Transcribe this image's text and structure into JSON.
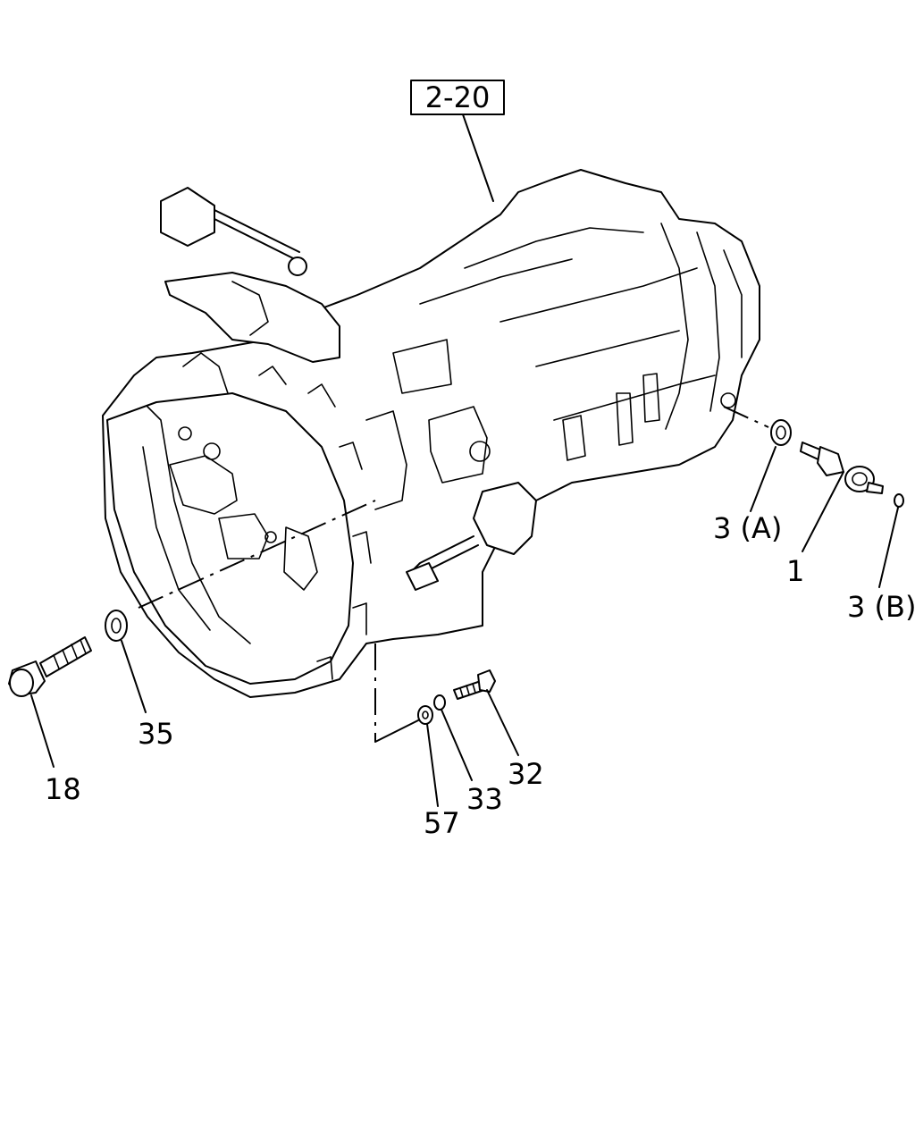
{
  "reference_box": {
    "label": "2-20"
  },
  "callouts": [
    {
      "id": "c-1",
      "label": "1"
    },
    {
      "id": "c-3a",
      "label": "3 (A)"
    },
    {
      "id": "c-3b",
      "label": "3 (B)"
    },
    {
      "id": "c-18",
      "label": "18"
    },
    {
      "id": "c-32",
      "label": "32"
    },
    {
      "id": "c-33",
      "label": "33"
    },
    {
      "id": "c-35",
      "label": "35"
    },
    {
      "id": "c-57",
      "label": "57"
    }
  ],
  "colors": {
    "line": "#000000",
    "background": "#ffffff"
  }
}
